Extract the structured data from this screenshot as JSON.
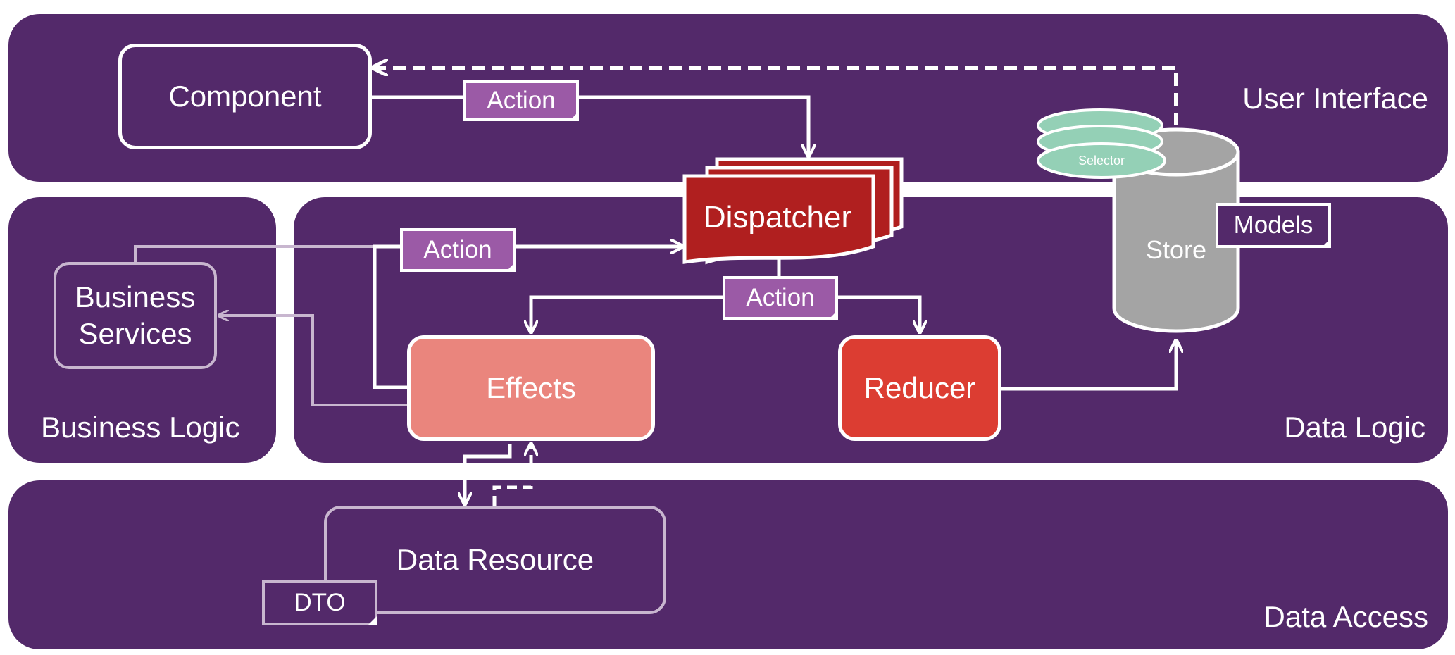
{
  "colors": {
    "lane": "#53296a",
    "action_tag": "#9b5aa6",
    "dispatcher": "#b01f1f",
    "effects": "#ea857d",
    "reducer": "#dc3d32",
    "store": "#a4a4a4",
    "selector": "#94d0b6",
    "muted_border": "#c8b6cf"
  },
  "lanes": {
    "user_interface": "User Interface",
    "business_logic": "Business Logic",
    "data_logic": "Data Logic",
    "data_access": "Data Access"
  },
  "nodes": {
    "component": "Component",
    "dispatcher": "Dispatcher",
    "store": "Store",
    "selector": "Selector",
    "business_services_line1": "Business",
    "business_services_line2": "Services",
    "effects": "Effects",
    "reducer": "Reducer",
    "data_resource": "Data Resource"
  },
  "tags": {
    "action_component": "Action",
    "action_effects": "Action",
    "action_dispatcher": "Action",
    "models": "Models",
    "dto": "DTO"
  }
}
